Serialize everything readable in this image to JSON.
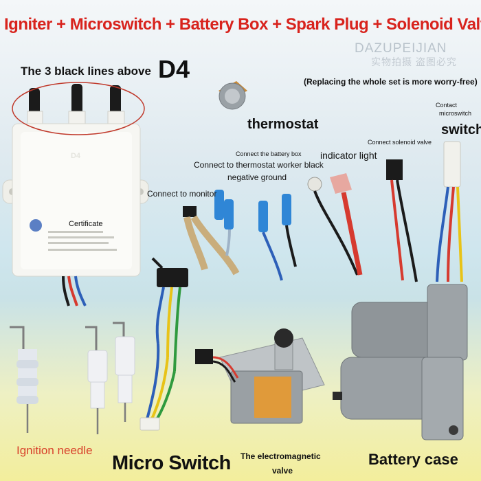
{
  "title": "Igniter + Microswitch + Battery Box + Spark Plug + Solenoid Valve",
  "watermark": {
    "brand": "DAZUPEIJIAN",
    "tagline": "实物拍摄 盗图必究"
  },
  "labels": {
    "three_black_lines": "The 3 black lines above",
    "model": "D4",
    "replace_note": "(Replacing the whole set is more worry-free)",
    "thermostat": "thermostat",
    "contact_line1": "Contact",
    "contact_line2": "microswitch",
    "switch": "switch",
    "connect_battery_box": "Connect the battery box",
    "connect_thermostat_black": "Connect to thermostat worker black",
    "negative_ground": "negative ground",
    "indicator_light": "indicator light",
    "connect_solenoid": "Connect solenoid valve",
    "connect_monitor": "Connect to monitor",
    "certificate": "Certificate",
    "ignition_needle": "Ignition needle",
    "micro_switch": "Micro Switch",
    "valve_line1": "The electromagnetic",
    "valve_line2": "valve",
    "battery_case": "Battery case"
  },
  "colors": {
    "title": "#d8231d",
    "needle_label": "#d8402a",
    "highlight_ellipse": "#c0392b",
    "wire_red": "#d63a2f",
    "wire_blue": "#2d5fb8",
    "wire_black": "#1b1b1b",
    "wire_yellow": "#e8c317",
    "wire_green": "#2f9a3e",
    "terminal_blue": "#2f86d6"
  }
}
